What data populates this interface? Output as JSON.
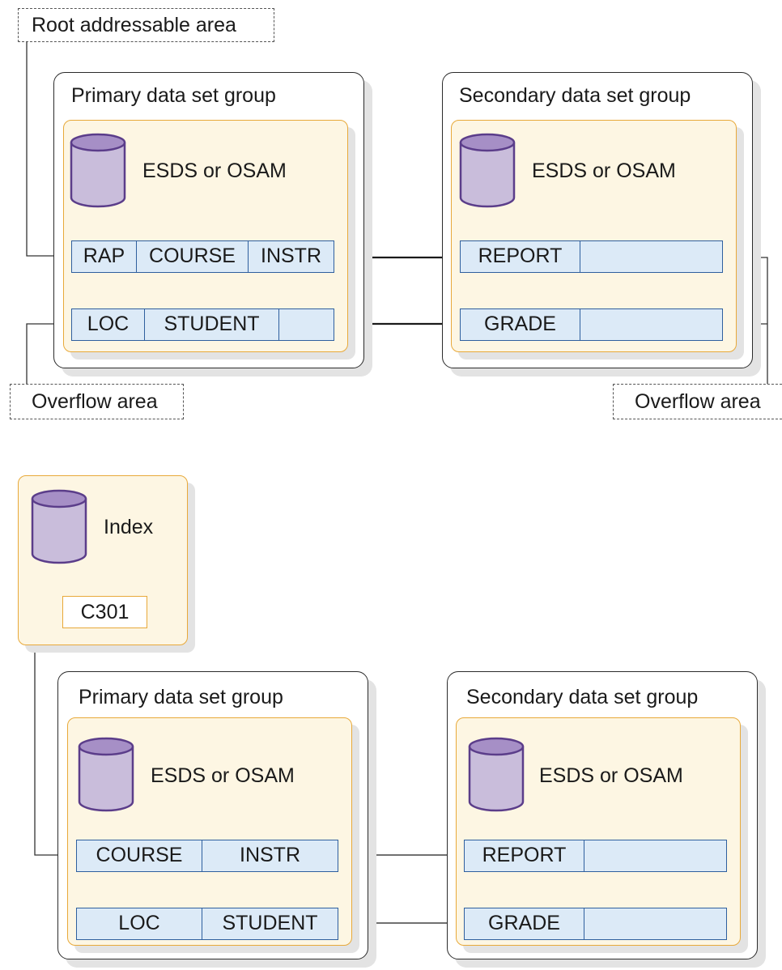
{
  "top": {
    "root_label": "Root addressable area",
    "primary": {
      "title": "Primary data set group",
      "db_label": "ESDS or OSAM",
      "row1": [
        "RAP",
        "COURSE",
        "INSTR"
      ],
      "row2": [
        "LOC",
        "STUDENT",
        ""
      ]
    },
    "secondary": {
      "title": "Secondary data set group",
      "db_label": "ESDS or OSAM",
      "row1": [
        "REPORT",
        ""
      ],
      "row2": [
        "GRADE",
        ""
      ]
    },
    "overflow_left": "Overflow area",
    "overflow_right": "Overflow area"
  },
  "bottom": {
    "index": {
      "label": "Index",
      "key": "C301"
    },
    "primary": {
      "title": "Primary data set group",
      "db_label": "ESDS or OSAM",
      "row1": [
        "COURSE",
        "INSTR"
      ],
      "row2": [
        "LOC",
        "STUDENT"
      ]
    },
    "secondary": {
      "title": "Secondary data set group",
      "db_label": "ESDS or OSAM",
      "row1": [
        "REPORT",
        ""
      ],
      "row2": [
        "GRADE",
        ""
      ]
    }
  },
  "colors": {
    "group_border": "#2b2b2b",
    "area_fill": "#fdf6e3",
    "area_border": "#e8a93a",
    "segment_fill": "#dceaf7",
    "segment_border": "#2f5f9e",
    "cylinder_fill": "#c9bddb",
    "cylinder_border": "#5b3d8a"
  }
}
